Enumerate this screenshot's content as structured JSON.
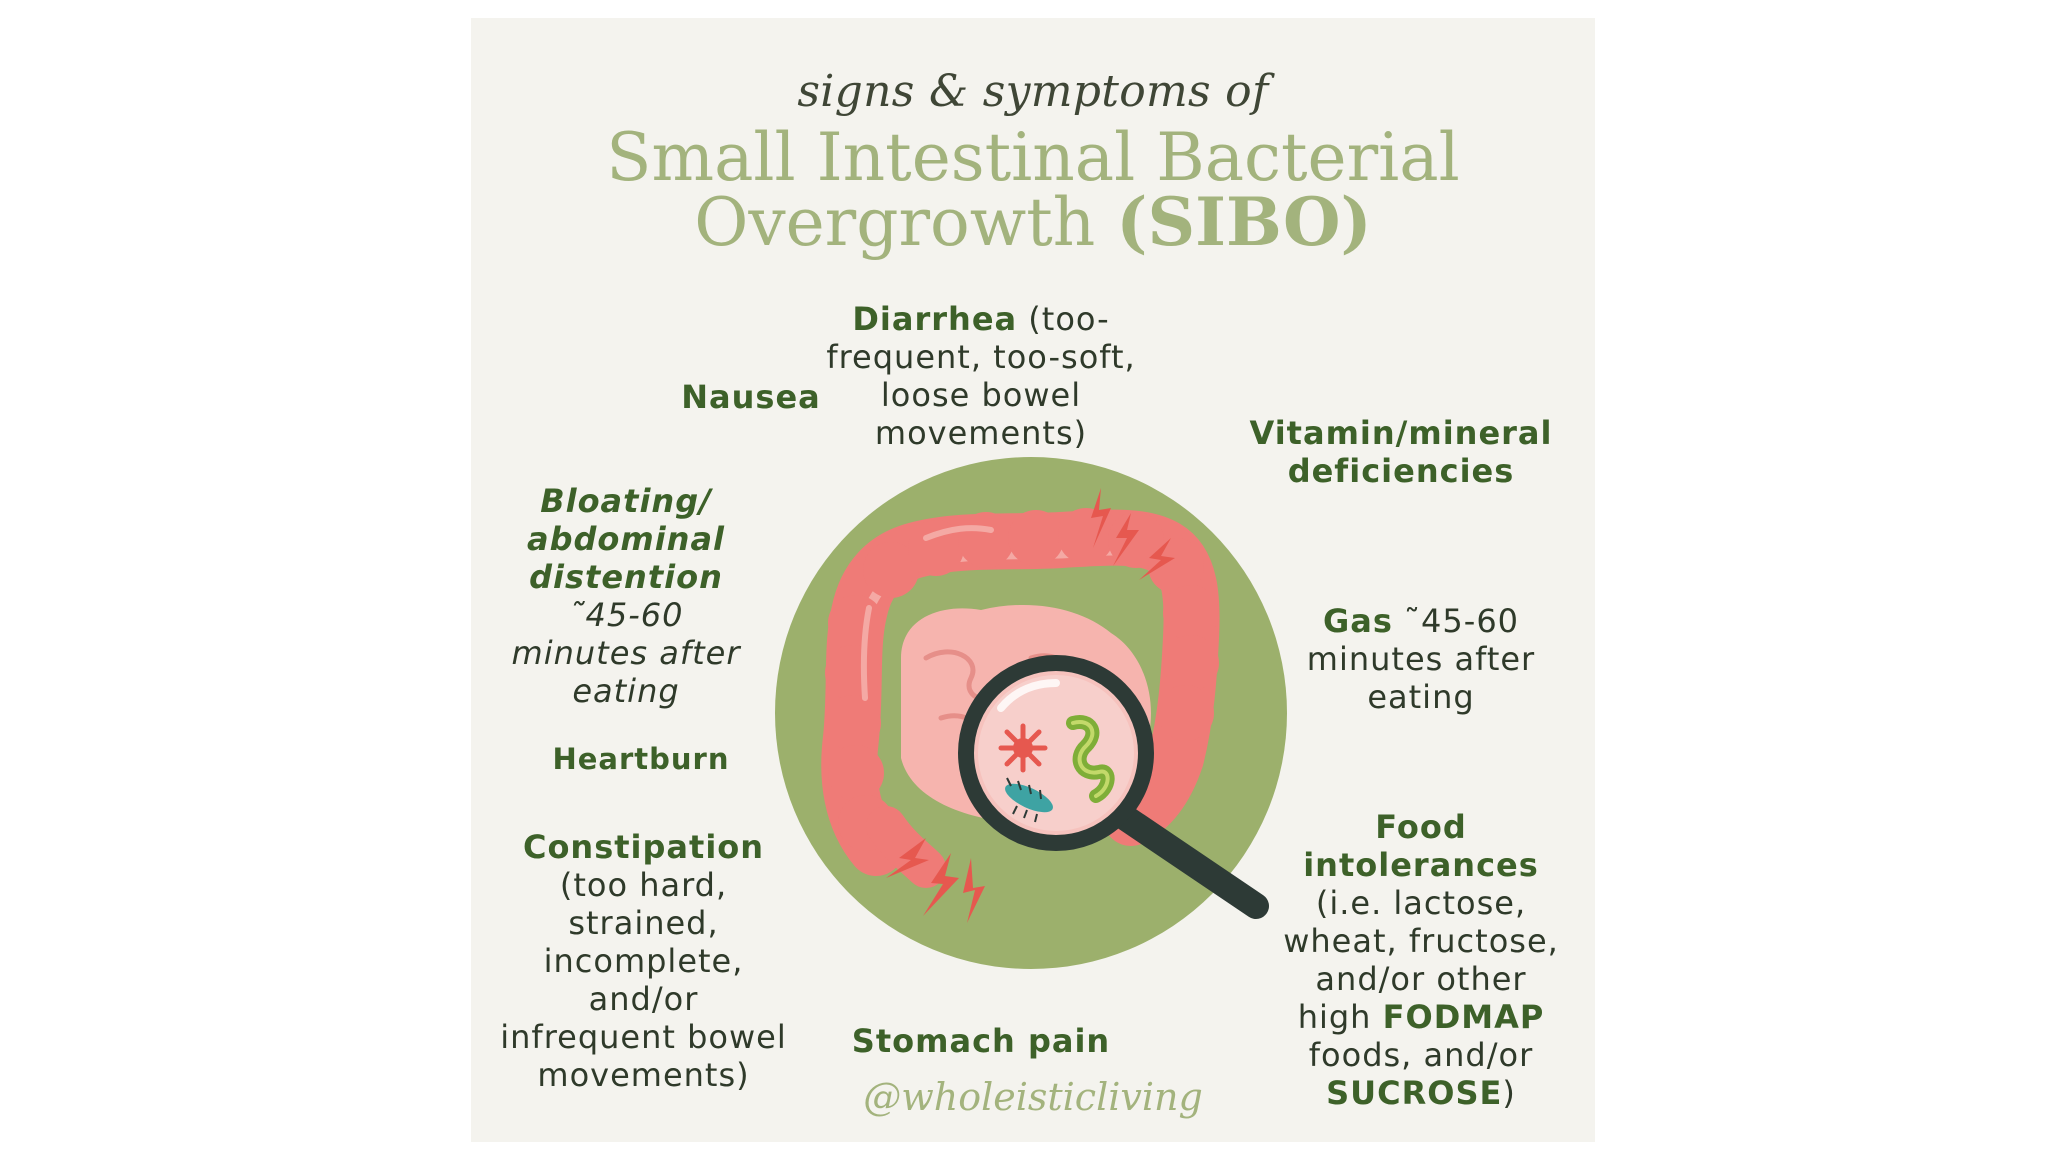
{
  "header": {
    "subtitle": "signs & symptoms of",
    "title_line1": "Small Intestinal Bacterial",
    "title_line2_regular": "Overgrowth",
    "title_line2_bold": "(SIBO)"
  },
  "symptoms": {
    "diarrhea": {
      "bold": "Diarrhea",
      "rest_line1": " (too-",
      "rest_line2": "frequent, too-soft,",
      "rest_line3": "loose bowel",
      "rest_line4": "movements)"
    },
    "nausea": {
      "bold": "Nausea"
    },
    "vitamin": {
      "line1": "Vitamin/mineral",
      "line2": "deficiencies"
    },
    "bloating": {
      "line1": "Bloating/",
      "line2": "abdominal",
      "line3": "distention",
      "line4": "˜45-60",
      "line5": "minutes after",
      "line6": "eating"
    },
    "gas": {
      "bold": "Gas",
      "rest_line1": " ˜45-60",
      "rest_line2": "minutes after",
      "rest_line3": "eating"
    },
    "heartburn": {
      "bold": "Heartburn"
    },
    "constipation": {
      "bold": "Constipation",
      "line2": "(too hard,",
      "line3": "strained,",
      "line4": "incomplete,",
      "line5": "and/or",
      "line6": "infrequent bowel",
      "line7": "movements)"
    },
    "food": {
      "line1": "Food",
      "line2": "intolerances",
      "line3": "(i.e. lactose,",
      "line4": "wheat, fructose,",
      "line5": "and/or other",
      "line6_regular": "high ",
      "line6_bold": "FODMAP",
      "line7": "foods, and/or",
      "line8_bold": "SUCROSE",
      "line8_regular": ")"
    },
    "stomach": {
      "bold": "Stomach pain"
    }
  },
  "footer": {
    "handle": "@wholeisticliving"
  },
  "colors": {
    "background": "#f4f3ee",
    "title_green": "#a3b37d",
    "dark_green": "#3d6129",
    "circle": "#9cb06c",
    "intestine": "#ef7b77",
    "intestine_light": "#f4a9a4",
    "lightning": "#e6584f",
    "magnifier": "#2d3a36"
  },
  "icons": [
    "intestine-illustration",
    "magnifying-glass-icon",
    "bacteria-icon",
    "lightning-icon"
  ]
}
